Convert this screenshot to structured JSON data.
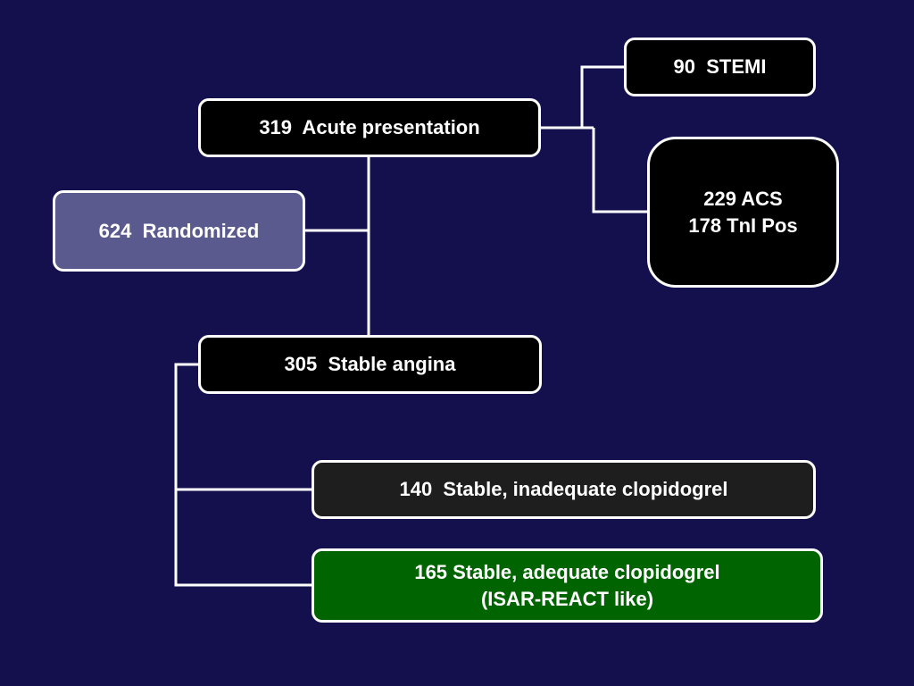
{
  "colors": {
    "background": "#13104d",
    "line": "#ffffff",
    "randomized_fill": "#5a5a8e",
    "black_fill": "#000000",
    "dark_fill": "#1e1e1e",
    "green_fill": "#006400"
  },
  "nodes": {
    "randomized": {
      "label": "624  Randomized"
    },
    "acute": {
      "label": "319  Acute presentation"
    },
    "stemi": {
      "label": "90  STEMI"
    },
    "acs": {
      "line1": "229 ACS",
      "line2": "178 TnI Pos"
    },
    "stable_angina": {
      "label": "305  Stable angina"
    },
    "inadequate": {
      "label": "140  Stable, inadequate clopidogrel"
    },
    "adequate": {
      "line1": "165 Stable, adequate clopidogrel",
      "line2": "(ISAR-REACT like)"
    }
  }
}
